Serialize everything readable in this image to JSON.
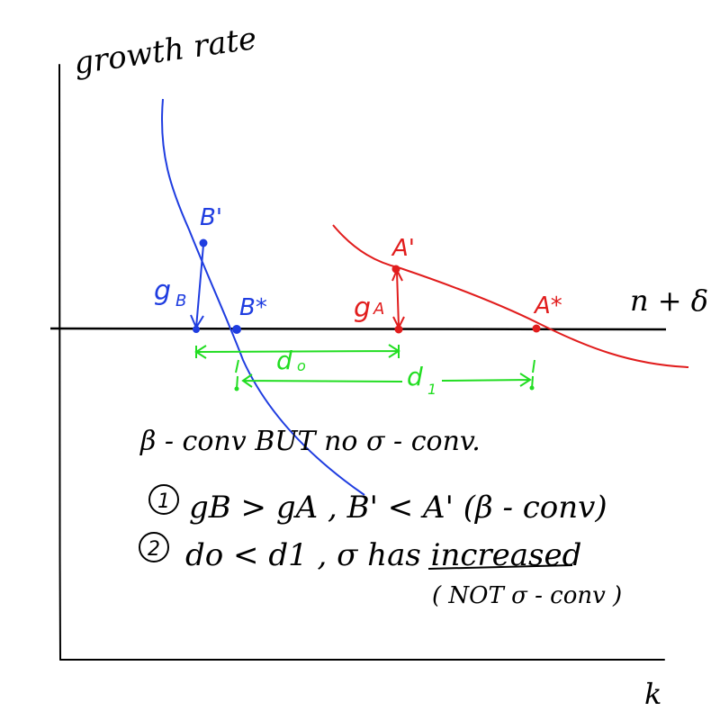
{
  "axes": {
    "y_label": "growth rate",
    "x_label": "k",
    "line_label": "n + δ"
  },
  "points": {
    "b_prime": "B'",
    "g_b": "g",
    "g_b_sub": "B",
    "b_star": "B*",
    "a_prime": "A'",
    "g_a": "g",
    "g_a_sub": "A",
    "a_star": "A*"
  },
  "distances": {
    "d0": "d",
    "d0_sub": "o",
    "d1": "d",
    "d1_sub": "1"
  },
  "notes": {
    "line1": "β - conv  BUT  no  σ - conv.",
    "item1_num": "1",
    "item1": "gB > gA ,   B' < A'  (β - conv)",
    "item2_num": "2",
    "item2": "do < d1 ,  σ has increased",
    "item2_sub": "( NOT σ - conv )"
  },
  "colors": {
    "axis": "#000000",
    "curve_b": "#1f3de0",
    "curve_a": "#e11d1d",
    "distance": "#22dd22",
    "text": "#000000"
  }
}
